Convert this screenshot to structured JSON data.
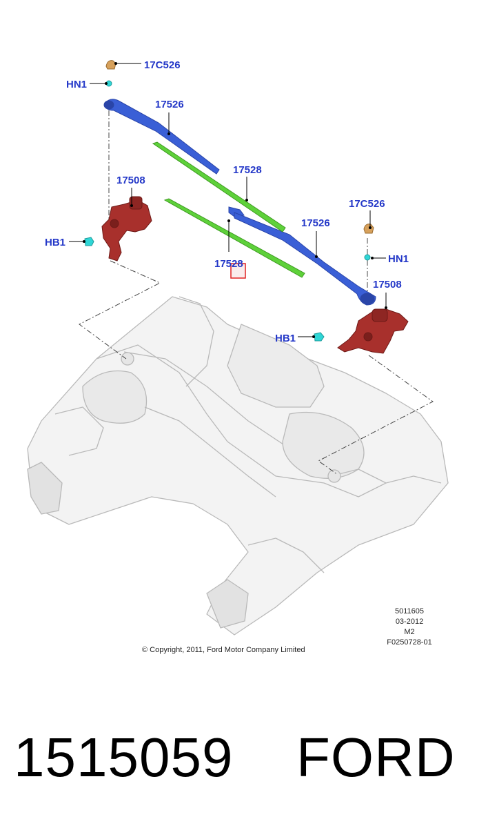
{
  "callouts": {
    "c_17c526_left": "17C526",
    "c_hn1_left": "HN1",
    "c_17526_upper": "17526",
    "c_17528_upper": "17528",
    "c_17508_left": "17508",
    "c_hb1_left": "HB1",
    "c_17528_lower": "17528",
    "c_17c526_right": "17C526",
    "c_17526_right": "17526",
    "c_hn1_right": "HN1",
    "c_17508_right": "17508",
    "c_hb1_right": "HB1"
  },
  "meta": {
    "line1": "5011605",
    "line2": "03-2012",
    "line3": "M2",
    "line4": "F0250728-01"
  },
  "copyright": "© Copyright, 2011, Ford Motor Company Limited",
  "part_number": "1515059",
  "brand": "FORD",
  "colors": {
    "callout_text": "#2438c8",
    "wiper_arm": "#3a5fd6",
    "wiper_blade": "#5ed13a",
    "motor": "#a8302c",
    "cap": "#d7a15c",
    "nut": "#2fd6d6",
    "highlight_box": "#e02020"
  },
  "icons": {
    "motor_left": "wiper-motor-icon",
    "motor_right": "wiper-motor-icon",
    "body_structure": "vehicle-underbody-icon"
  }
}
